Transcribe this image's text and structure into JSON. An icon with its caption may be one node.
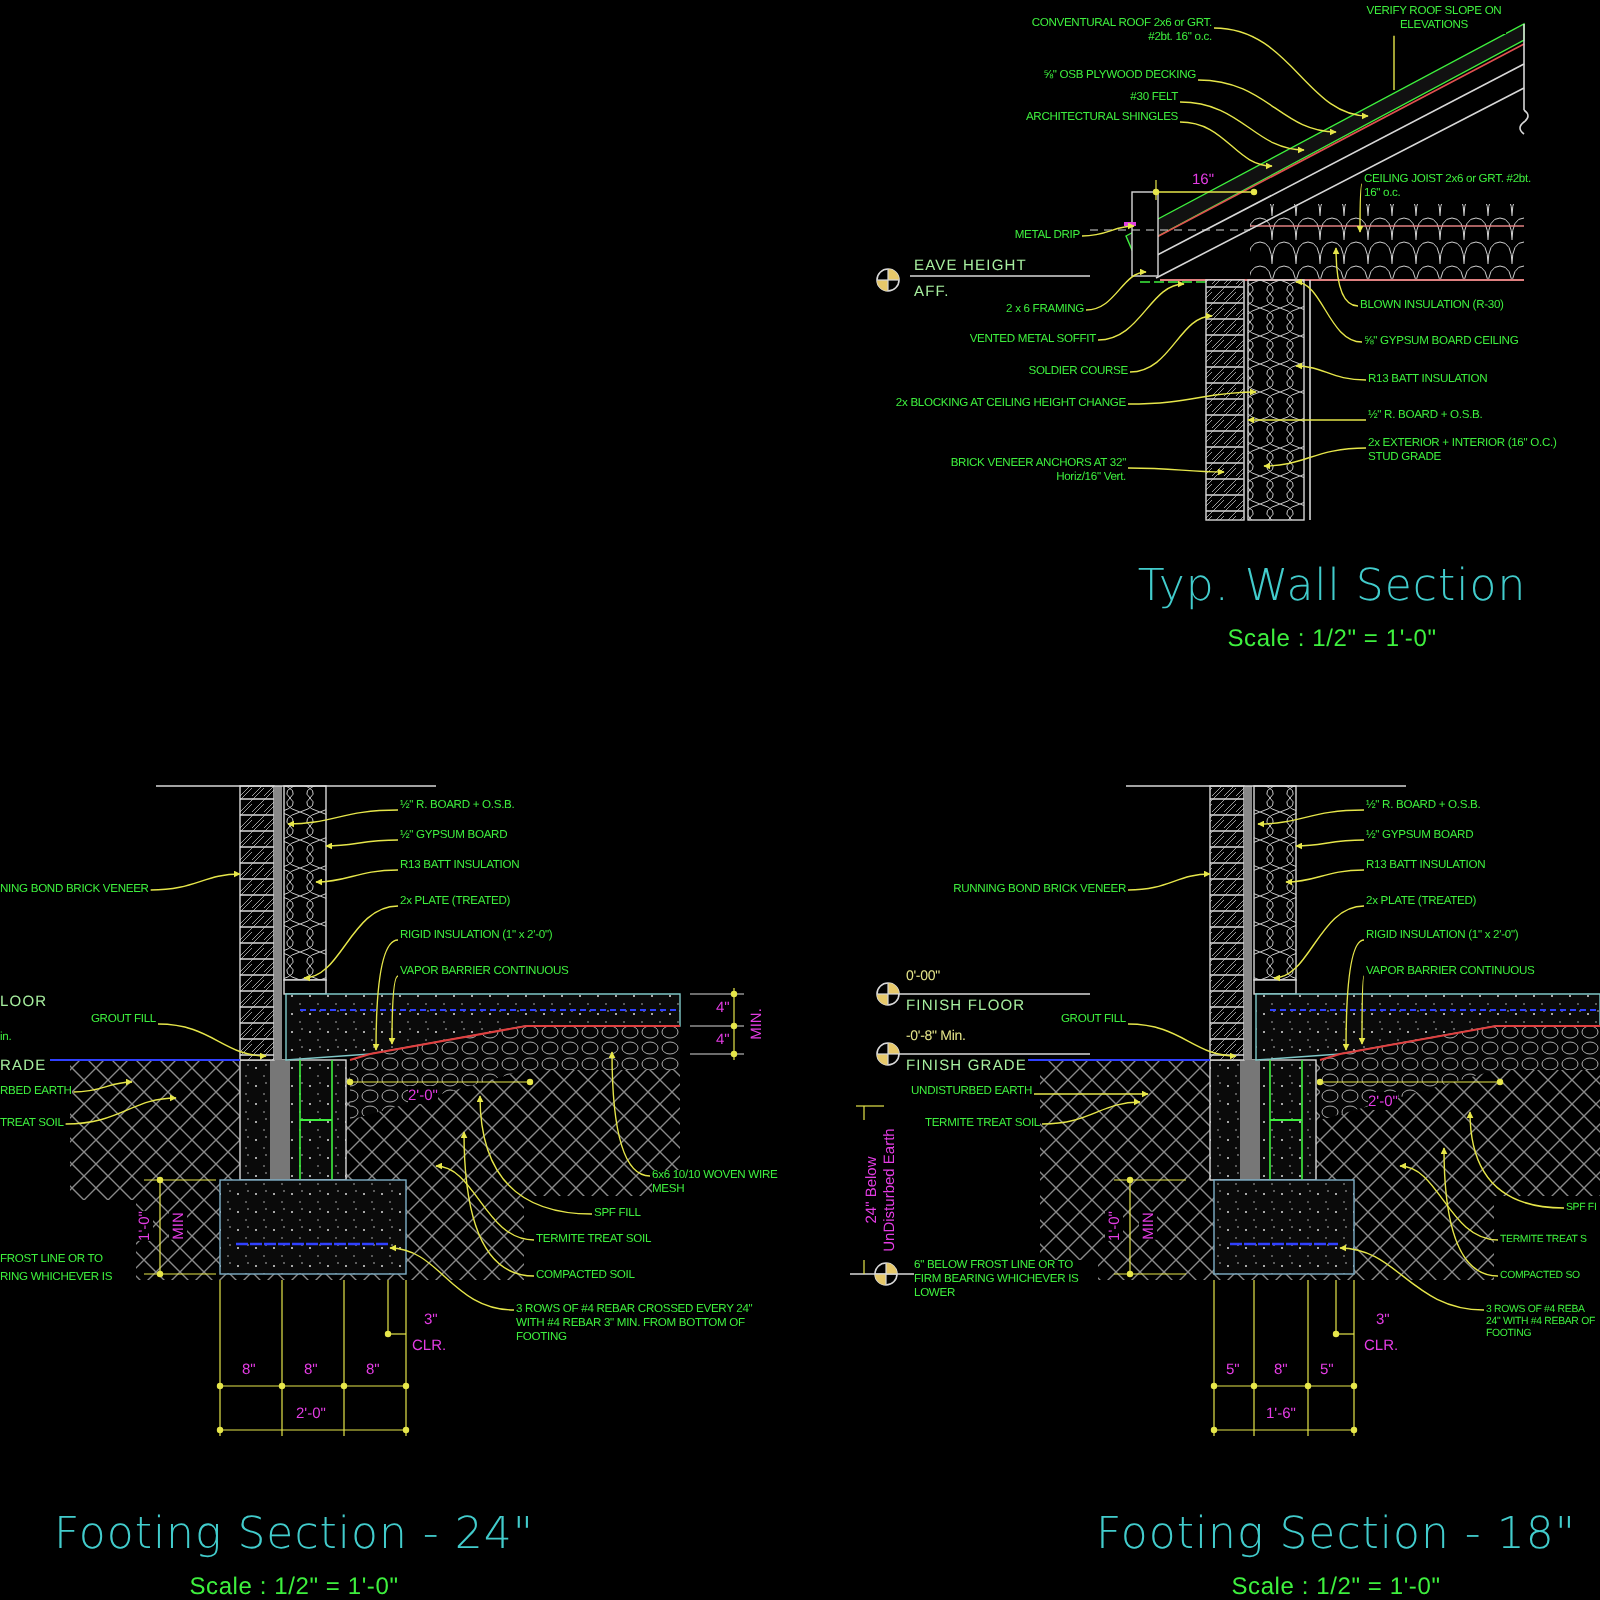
{
  "diagram": {
    "nodes": [
      {
        "text": [
          "VERIFY ROOF SLOPE ON ELEVATIONS"
        ]
      },
      {
        "text": [
          "CONVENTURAL ROOF 2x6 or GRT. #2bt. 16\" o.c."
        ]
      },
      {
        "text": [
          "⅝\" OSB PLYWOOD DECKING"
        ]
      },
      {
        "text": [
          "#30 FELT"
        ]
      },
      {
        "text": [
          "ARCHITECTURAL SHINGLES"
        ]
      },
      {
        "text": [
          "CEILING JOIST 2x6 or GRT. #2bt. 16\" o.c."
        ]
      },
      {
        "text": [
          "METAL DRIP"
        ]
      },
      {
        "text": [
          "2 x 6 FRAMING"
        ]
      },
      {
        "text": [
          "VENTED METAL SOFFIT"
        ]
      },
      {
        "text": [
          "SOLDIER COURSE"
        ]
      },
      {
        "text": [
          "2x BLOCKING AT CEILING HEIGHT CHANGE"
        ]
      },
      {
        "text": [
          "BRICK VENEER ANCHORS AT 32\" Horiz/16\" Vert."
        ]
      },
      {
        "text": [
          "BLOWN INSULATION (R-30)"
        ]
      },
      {
        "text": [
          "⅝\" GYPSUM BOARD CEILING"
        ]
      },
      {
        "text": [
          "R13 BATT INSULATION"
        ]
      },
      {
        "text": [
          "½\" R. BOARD + O.S.B."
        ]
      },
      {
        "text": [
          "2x EXTERIOR + INTERIOR (16\" O.C.) STUD GRADE"
        ]
      },
      {
        "text": [
          "½\" R. BOARD + O.S.B."
        ]
      },
      {
        "text": [
          "½\" GYPSUM BOARD"
        ]
      },
      {
        "text": [
          "R13 BATT INSULATION"
        ]
      },
      {
        "text": [
          "2x PLATE (TREATED)"
        ]
      },
      {
        "text": [
          "RIGID INSULATION (1\" x 2'-0\")"
        ]
      },
      {
        "text": [
          "VAPOR BARRIER CONTINUOUS"
        ]
      },
      {
        "text": [
          "NING BOND BRICK VENEER"
        ]
      },
      {
        "text": [
          "GROUT FILL"
        ]
      },
      {
        "text": [
          "RBED EARTH"
        ]
      },
      {
        "text": [
          "TREAT SOIL"
        ]
      },
      {
        "text": [
          "6x6 10/10 WOVEN WIRE MESH"
        ]
      },
      {
        "text": [
          "SPF FILL"
        ]
      },
      {
        "text": [
          "TERMITE TREAT SOIL"
        ]
      },
      {
        "text": [
          "COMPACTED SOIL"
        ]
      },
      {
        "text": [
          "3 ROWS OF #4 REBAR CROSSED EVERY 24\" WITH #4 REBAR 3\" MIN. FROM BOTTOM OF FOOTING"
        ]
      },
      {
        "text": [
          "½\" R. BOARD + O.S.B."
        ]
      },
      {
        "text": [
          "½\" GYPSUM BOARD"
        ]
      },
      {
        "text": [
          "R13 BATT INSULATION"
        ]
      },
      {
        "text": [
          "2x PLATE (TREATED)"
        ]
      },
      {
        "text": [
          "RIGID INSULATION (1\" x 2'-0\")"
        ]
      },
      {
        "text": [
          "VAPOR BARRIER CONTINUOUS"
        ]
      },
      {
        "text": [
          "RUNNING BOND BRICK VENEER"
        ]
      },
      {
        "text": [
          "GROUT FILL"
        ]
      },
      {
        "text": [
          "UNDISTURBED EARTH"
        ]
      },
      {
        "text": [
          "TERMITE TREAT SOIL"
        ]
      },
      {
        "text": [
          "SPF FI"
        ]
      },
      {
        "text": [
          "TERMITE TREAT S"
        ]
      },
      {
        "text": [
          "COMPACTED SO"
        ]
      },
      {
        "text": [
          "3 ROWS OF #4 REBA 24\" WITH #4 REBAR OF FOOTING"
        ]
      }
    ],
    "edges": [
      {
        "from": 0,
        "to": null,
        "arrow": "none"
      },
      {
        "from": 1,
        "to": null,
        "arrow": "to"
      },
      {
        "from": 2,
        "to": null,
        "arrow": "to"
      },
      {
        "from": 3,
        "to": null,
        "arrow": "to"
      },
      {
        "from": 4,
        "to": null,
        "arrow": "to"
      },
      {
        "from": 5,
        "to": null,
        "arrow": "to"
      },
      {
        "from": 6,
        "to": null,
        "arrow": "to"
      },
      {
        "from": 7,
        "to": null,
        "arrow": "to"
      },
      {
        "from": 8,
        "to": null,
        "arrow": "to"
      },
      {
        "from": 9,
        "to": null,
        "arrow": "to"
      },
      {
        "from": 10,
        "to": null,
        "arrow": "to"
      },
      {
        "from": 11,
        "to": null,
        "arrow": "to"
      },
      {
        "from": 12,
        "to": null,
        "arrow": "to"
      },
      {
        "from": 13,
        "to": null,
        "arrow": "to"
      },
      {
        "from": 14,
        "to": null,
        "arrow": "to"
      },
      {
        "from": 15,
        "to": null,
        "arrow": "to"
      },
      {
        "from": 16,
        "to": null,
        "arrow": "to"
      },
      {
        "from": 17,
        "to": null,
        "arrow": "to"
      },
      {
        "from": 18,
        "to": null,
        "arrow": "to"
      },
      {
        "from": 19,
        "to": null,
        "arrow": "to"
      },
      {
        "from": 20,
        "to": null,
        "arrow": "to"
      },
      {
        "from": 21,
        "to": null,
        "arrow": "to"
      },
      {
        "from": 22,
        "to": null,
        "arrow": "to"
      },
      {
        "from": 23,
        "to": null,
        "arrow": "to"
      },
      {
        "from": 24,
        "to": null,
        "arrow": "to"
      },
      {
        "from": 25,
        "to": null,
        "arrow": "to"
      },
      {
        "from": 26,
        "to": null,
        "arrow": "to"
      },
      {
        "from": 27,
        "to": null,
        "arrow": "to"
      },
      {
        "from": 28,
        "to": null,
        "arrow": "to"
      },
      {
        "from": 29,
        "to": null,
        "arrow": "to"
      },
      {
        "from": 30,
        "to": null,
        "arrow": "to"
      },
      {
        "from": 31,
        "to": null,
        "arrow": "to"
      },
      {
        "from": 32,
        "to": null,
        "arrow": "to"
      },
      {
        "from": 33,
        "to": null,
        "arrow": "to"
      },
      {
        "from": 34,
        "to": null,
        "arrow": "to"
      },
      {
        "from": 35,
        "to": null,
        "arrow": "to"
      },
      {
        "from": 36,
        "to": null,
        "arrow": "to"
      },
      {
        "from": 37,
        "to": null,
        "arrow": "to"
      },
      {
        "from": 38,
        "to": null,
        "arrow": "to"
      },
      {
        "from": 39,
        "to": null,
        "arrow": "to"
      },
      {
        "from": 40,
        "to": null,
        "arrow": "to"
      },
      {
        "from": 41,
        "to": null,
        "arrow": "to"
      },
      {
        "from": 42,
        "to": null,
        "arrow": "to"
      },
      {
        "from": 43,
        "to": null,
        "arrow": "to"
      },
      {
        "from": 44,
        "to": null,
        "arrow": "to"
      },
      {
        "from": 45,
        "to": null,
        "arrow": "to"
      }
    ],
    "labels": [
      "16\"",
      "EAVE HEIGHT",
      "AFF.",
      "Typ. Wall Section",
      "Scale : 1/2\" = 1'-0\"",
      "LOOR",
      "in.",
      "RADE",
      "FROST LINE  OR TO",
      "RING WHICHEVER IS",
      "4\"",
      "4\"",
      "MIN.",
      "2'-0\"",
      "1'-0\"",
      "MIN",
      "3\"",
      "CLR.",
      "8\"",
      "8\"",
      "8\"",
      "2'-0\"",
      "Footing Section - 24\"",
      "Scale : 1/2\" = 1'-0\"",
      "0'-00\"",
      "FINISH FLOOR",
      "-0'-8\" Min.",
      "FINISH GRADE",
      "24\" Below UnDisturbed Earth",
      "6\" BELOW FROST LINE  OR TO FIRM BEARING WHICHEVER IS LOWER",
      "2'-0\"",
      "1'-0\"",
      "MIN",
      "3\"",
      "CLR.",
      "5\"",
      "8\"",
      "5\"",
      "1'-6\"",
      "Footing Section - 18\"",
      "Scale : 1/2\" = 1'-0\""
    ]
  }
}
